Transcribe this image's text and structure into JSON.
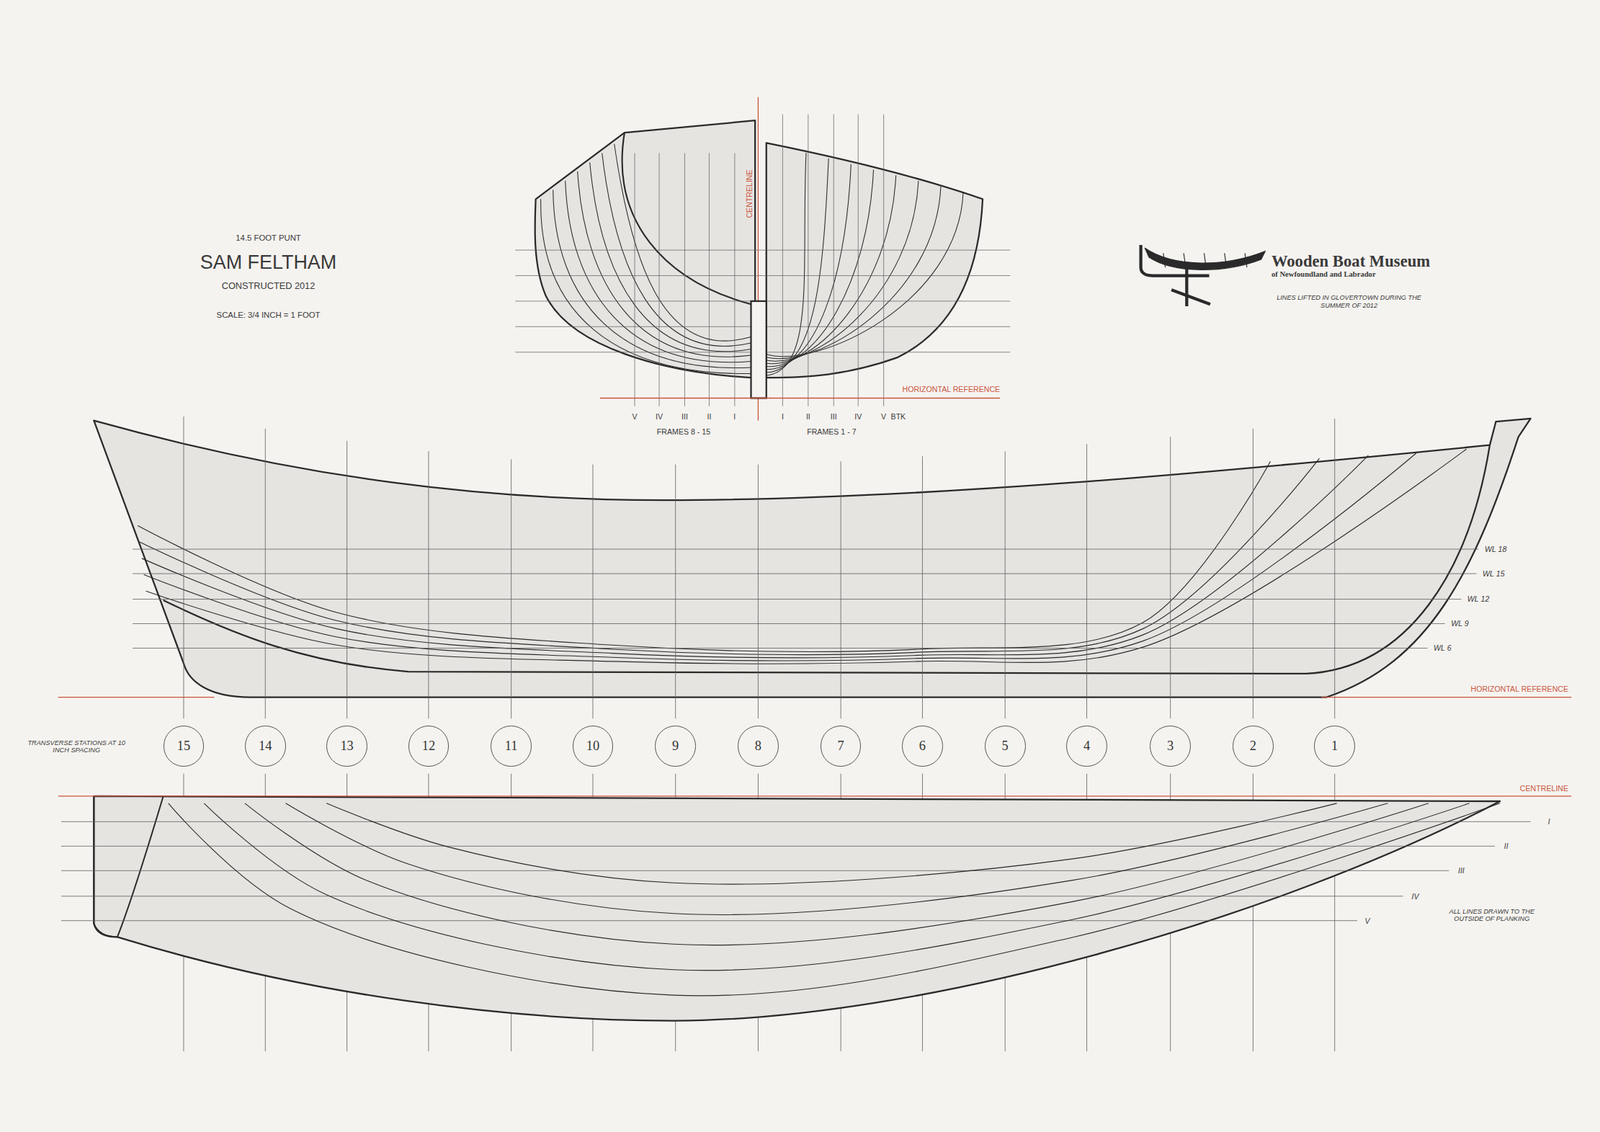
{
  "diagram": {
    "title": "SAM FELTHAM",
    "nodes": [
      {
        "text": [
          "15"
        ]
      },
      {
        "text": [
          "14"
        ]
      },
      {
        "text": [
          "13"
        ]
      },
      {
        "text": [
          "12"
        ]
      },
      {
        "text": [
          "11"
        ]
      },
      {
        "text": [
          "10"
        ]
      },
      {
        "text": [
          "9"
        ]
      },
      {
        "text": [
          "8"
        ]
      },
      {
        "text": [
          "7"
        ]
      },
      {
        "text": [
          "6"
        ]
      },
      {
        "text": [
          "5"
        ]
      },
      {
        "text": [
          "4"
        ]
      },
      {
        "text": [
          "3"
        ]
      },
      {
        "text": [
          "2"
        ]
      },
      {
        "text": [
          "1"
        ]
      }
    ],
    "labels": [
      "14.5 FOOT PUNT",
      "CONSTRUCTED 2012",
      "SCALE: 3/4 INCH = 1 FOOT",
      "Wooden Boat Museum",
      "of Newfoundland and Labrador",
      "LINES LIFTED IN GLOVERTOWN DURING THE SUMMER OF 2012",
      "CENTRELINE",
      "HORIZONTAL REFERENCE",
      "V",
      "IV",
      "III",
      "II",
      "I",
      "I",
      "II",
      "III",
      "IV",
      "V",
      "BTK",
      "FRAMES 8 - 15",
      "FRAMES 1 - 7",
      "WL 18",
      "WL 15",
      "WL 12",
      "WL 9",
      "WL 6",
      "HORIZONTAL REFERENCE",
      "TRANSVERSE STATIONS AT 10 INCH SPACING",
      "CENTRELINE",
      "I",
      "II",
      "III",
      "IV",
      "V",
      "ALL LINES DRAWN TO THE OUTSIDE OF PLANKING"
    ]
  }
}
